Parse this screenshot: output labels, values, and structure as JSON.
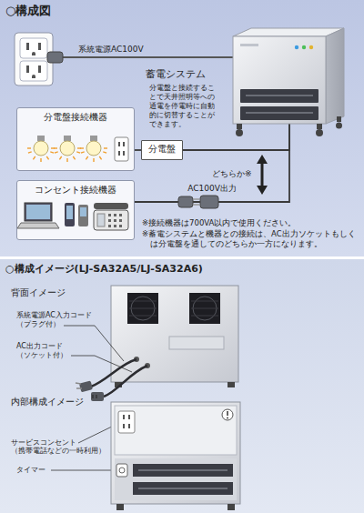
{
  "diagram": {
    "nodes": [
      {
        "text": [
          "○構成図"
        ]
      },
      {
        "text": [
          "蓄電システム"
        ],
        "in": 0
      },
      {
        "text": [
          "分電盤接続機器"
        ],
        "in": 0
      },
      {
        "text": [
          "分電盤"
        ],
        "in": 0
      },
      {
        "text": [
          "コンセント接続機器"
        ],
        "in": 0
      },
      {
        "text": [
          "○構成イメージ(LJ-SA32A5/LJ-SA32A6)"
        ]
      }
    ],
    "edges": [
      {
        "from": 2,
        "to": 3,
        "arrow": "none"
      },
      {
        "from": 3,
        "to": 1,
        "arrow": "none"
      },
      {
        "from": 4,
        "to": 1,
        "label": "AC100V出力",
        "arrow": "none"
      }
    ],
    "labels": [
      "系統電源AC100V",
      "分電盤と接続することで天井照明等への通電を停電時に自動的に切替することができます。",
      "どちらか※",
      "※接続機器は700VA以内で使用ください。",
      "※蓄電システムと機器との接続は、AC出力ソケットもしくは分電盤を通してのどちらか一方になります。",
      "背面イメージ",
      "系統電源AC入力コード（プラグ付）",
      "AC出力コード（ソケット付）",
      "内部構成イメージ",
      "サービスコンセント（携帯電話などの一時利用）",
      "タイマー"
    ]
  }
}
